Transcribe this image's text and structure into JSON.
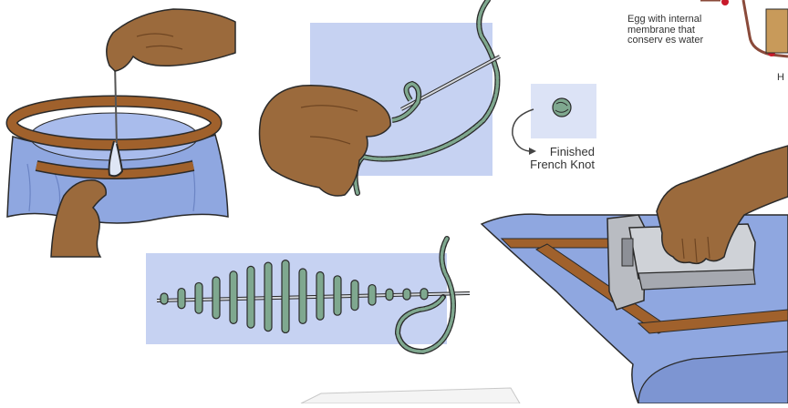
{
  "labels": {
    "egg_line1": "Egg with internal",
    "egg_line2": "membrane that",
    "egg_line3": "conserv es water",
    "edge_letter": "H",
    "knot_line1": "Finished",
    "knot_line2": "French Knot"
  },
  "colors": {
    "fabric_blue": "#8fa7e0",
    "panel_blue": "#c6d2f2",
    "hoop_brown": "#a0612c",
    "skin": "#9b6a3c",
    "thread_green": "#6f9a80",
    "metal": "#b9bcc2",
    "outline": "#2a2a2a",
    "diagram_line": "#8a4a3a",
    "diagram_dot": "#c8192a"
  }
}
